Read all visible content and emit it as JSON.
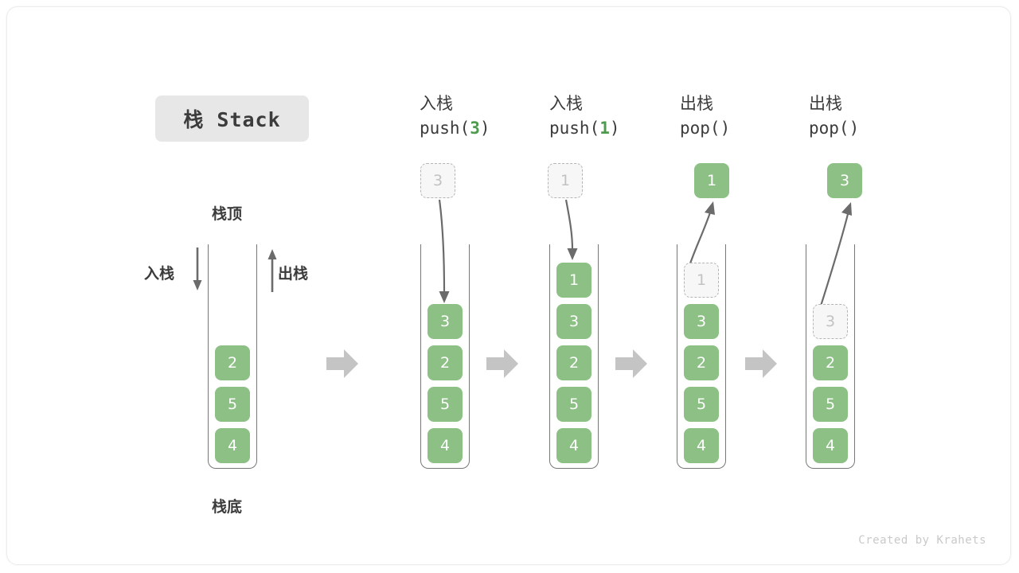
{
  "title": {
    "badge_label": "栈 Stack"
  },
  "colors": {
    "element_fill": "#8cc084",
    "element_text": "#ffffff",
    "ghost_fill": "#f7f7f7",
    "ghost_text": "#c2c2c2",
    "ghost_border": "#b5b5b5",
    "wall": "#777777",
    "arrow": "#6b6b6b",
    "separator_arrow": "#c4c4c4",
    "badge_bg": "#e7e7e7",
    "text": "#3b3b3b",
    "code_arg": "#4e9a4e",
    "footer": "#c9c9c9"
  },
  "legend": {
    "top_label": "栈顶",
    "bottom_label": "栈底",
    "push_label": "入栈",
    "pop_label": "出栈"
  },
  "initial_stack": {
    "name": "initial",
    "elements": [
      "2",
      "5",
      "4"
    ]
  },
  "steps": [
    {
      "op": "push",
      "cn": "入栈",
      "code_prefix": "push(",
      "code_arg": "3",
      "code_suffix": ")",
      "incoming_ghost": "3",
      "elements": [
        "3",
        "2",
        "5",
        "4"
      ],
      "ghost_index": -1,
      "popped": null
    },
    {
      "op": "push",
      "cn": "入栈",
      "code_prefix": "push(",
      "code_arg": "1",
      "code_suffix": ")",
      "incoming_ghost": "1",
      "elements": [
        "1",
        "3",
        "2",
        "5",
        "4"
      ],
      "ghost_index": -1,
      "popped": null
    },
    {
      "op": "pop",
      "cn": "出栈",
      "code_prefix": "pop(",
      "code_arg": "",
      "code_suffix": ")",
      "incoming_ghost": null,
      "elements": [
        "1",
        "3",
        "2",
        "5",
        "4"
      ],
      "ghost_index": 0,
      "popped": "1"
    },
    {
      "op": "pop",
      "cn": "出栈",
      "code_prefix": "pop(",
      "code_arg": "",
      "code_suffix": ")",
      "incoming_ghost": null,
      "elements": [
        "3",
        "2",
        "5",
        "4"
      ],
      "ghost_index": 0,
      "popped": "3"
    }
  ],
  "footer": {
    "credit": "Created by Krahets"
  }
}
